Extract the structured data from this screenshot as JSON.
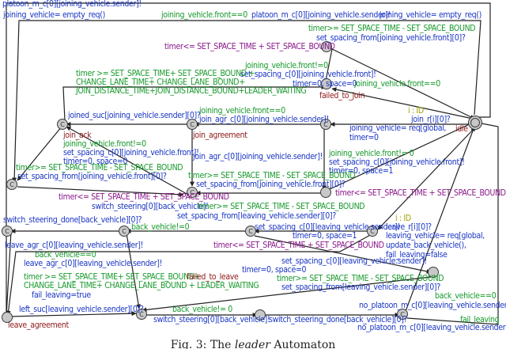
{
  "caption": {
    "prefix": "Fig. 3: The ",
    "italic": "leader",
    "suffix": " Automaton"
  },
  "labels": {
    "t1": "platoon_m_c[0][joining_vehicle.sender]!",
    "t2": "joining_vehicle= empty_req()",
    "t3": "joining_vehicle.front==0",
    "t4": "platoon_m_c[0][joining_vehicle.sender]!",
    "t5": "joining_vehicle= empty_req()",
    "t6": "timer>= SET_SPACE_TIME - SET_SPACE_BOUND",
    "t7": "set_spacing_from[joining_vehicle.front][0]?",
    "t8": "timer<= SET_SPACE_TIME + SET_SPACE_BOUND",
    "t9": "joining_vehicle.front!=0",
    "t10": "set_spacing_c[0][joining_vehicle.front]!",
    "t11": "timer >= SET_SPACE_TIME+ SET_SPACE_BOUND +",
    "t12": "CHANGE_LANE_TIME+ CHANGE_LANE_BOUND+",
    "t13": "JOIN_DISTANCE_TIME+JOIN_DISTANCE_BOUND+LEADER_WAITING",
    "t14": "timer=0, space=0",
    "t15": "joining_vehicle.front==0",
    "t16": "failed_to_join",
    "t17": "joining_vehicle.front==0",
    "t18": "joined_suc[joining_vehicle.sender][0]?",
    "t19": "join_agr_c[0][joining_vehicle.sender]!",
    "t20": "i : ID",
    "t21": "join_r[i][0]?",
    "t22": "joining_vehicle= req[global,",
    "t23": "timer=0",
    "t24": "idle",
    "t25": "join_ack",
    "t26": "joining_vehicle.front!=0",
    "t27": "set_spacing_c[0][joining_vehicle.front]!",
    "t28": "timer=0, space=0",
    "t29": "join_agreement",
    "t30": "join_agr_c[0][joining_vehicle.sender]!",
    "t31": "joining_vehicle.front!= 0",
    "t32": "set_spacing_c[0][joining_vehicle.front]!",
    "t33": "timer=0, space=1",
    "t34": "timer>= SET_SPACE_TIME - SET_SPACE_BOUND",
    "t35": "set_spacing_from[joining_vehicle.front][0]?",
    "t36": "timer>= SET_SPACE_TIME - SET_SPACE_BOUND",
    "t37": "set_spacing_from[joining_vehicle.front][0]?",
    "t38": "timer<= SET_SPACE_TIME + SET_SPACE_BOUND",
    "t39": "timer<= SET_SPACE_TIME + SET_SPACE_BOUND",
    "t40": "switch_steering[0][back_vehicle]!",
    "t41": "timer>= SET_SPACE_TIME - SET_SPACE_BOUND",
    "t42": "set_spacing_from[leaving_vehicle.sender][0]?",
    "t43": "switch_steering_done[back_vehicle][0]?",
    "t44": "back_vehicle!=0",
    "t45": "set_spacing_c[0][leaving_vehicle.sender]!",
    "t46": "i : ID",
    "t47": "timer=0, space=1",
    "t48": "leave_r[i][0]?",
    "t49": "leaving_vehicle= req[global,",
    "t50": "leave_agr_c[0][leaving_vehicle.sender]!",
    "t51": "timer<= SET_SPACE_TIME + SET_SPACE_BOUND",
    "t52": "update_back_vehicle(),",
    "t53": "back_vehicle==0",
    "t54": "fail_leaving=false",
    "t55": "leave_agr_c[0][leaving_vehicle.sender]!",
    "t56": "set_spacing_c[0][leaving_vehicle.sender]!",
    "t57": "timer=0, space=0",
    "t58": "timer >= SET_SPACE_TIME+ SET_SPACE_BOUND+",
    "t59": "failed_to_leave",
    "t60": "CHANGE_LANE_TIME+ CHANGE_LANE_BOUND + LEADER_WAITING",
    "t61": "timer>= SET_SPACE_TIME - SET_SPACE_BOUND",
    "t62": "set_spacing_from[leaving_vehicle.sender][0]?",
    "t63": "fail_leaving=true",
    "t64": "back_vehicle==0",
    "t65": "left_suc[leaving_vehicle.sender][0]?",
    "t66": "back_vehicle!= 0",
    "t67": "no_platoon_m_c[0][leaving_vehicle.sender]!",
    "t68": "switch_steering[0][back_vehicle]!",
    "t69": "switch_steering_done[back_vehicle][0]?",
    "t70": "fail_leaving",
    "t71": "leave_agreement",
    "t72": "no_platoon_m_c[0][leaving_vehicle.sender]!"
  },
  "node_symbol": "C"
}
